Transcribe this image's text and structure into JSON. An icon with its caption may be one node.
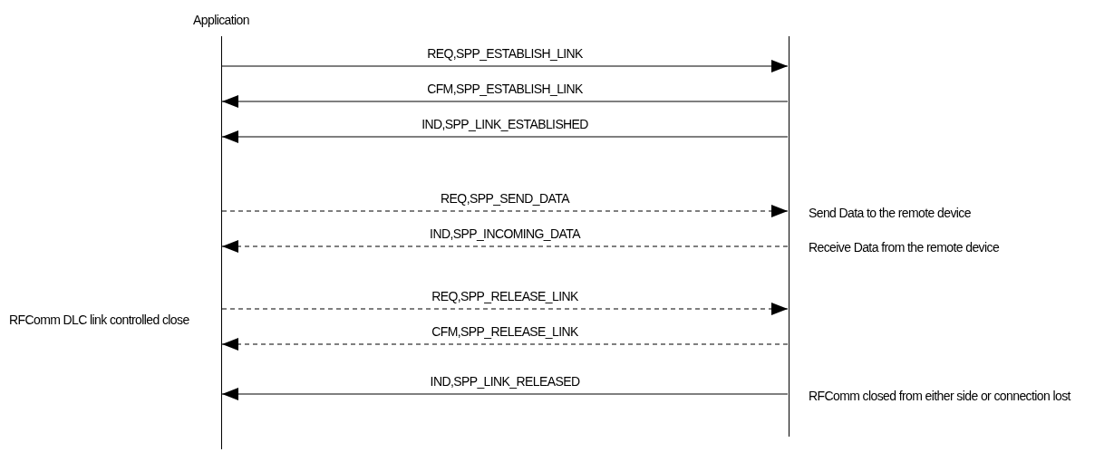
{
  "diagram": {
    "nodes": [
      {
        "text": [],
        "shape": "bar",
        "beside": [
          "Application"
        ]
      },
      {
        "text": [],
        "shape": "bar"
      }
    ],
    "edges": [
      {
        "from": 0,
        "to": 1,
        "arrow": "to",
        "label": "REQ,SPP_ESTABLISH_LINK"
      },
      {
        "from": 1,
        "to": 0,
        "arrow": "to",
        "label": "CFM,SPP_ESTABLISH_LINK"
      },
      {
        "from": 1,
        "to": 0,
        "arrow": "to",
        "label": "IND,SPP_LINK_ESTABLISHED"
      },
      {
        "from": 0,
        "to": 1,
        "arrow": "to",
        "label": "REQ,SPP_SEND_DATA",
        "style": "dashed"
      },
      {
        "from": 1,
        "to": 0,
        "arrow": "to",
        "label": "IND,SPP_INCOMING_DATA",
        "style": "dashed"
      },
      {
        "from": 0,
        "to": 1,
        "arrow": "to",
        "label": "REQ,SPP_RELEASE_LINK",
        "style": "dashed"
      },
      {
        "from": 1,
        "to": 0,
        "arrow": "to",
        "label": "CFM,SPP_RELEASE_LINK",
        "style": "dashed"
      },
      {
        "from": 1,
        "to": 0,
        "arrow": "to",
        "label": "IND,SPP_LINK_RELEASED"
      }
    ],
    "labels": [
      "Send Data to the remote device",
      "Receive Data from the remote device",
      "RFComm DLC link controlled close",
      "RFComm closed from either side or connection lost"
    ]
  }
}
